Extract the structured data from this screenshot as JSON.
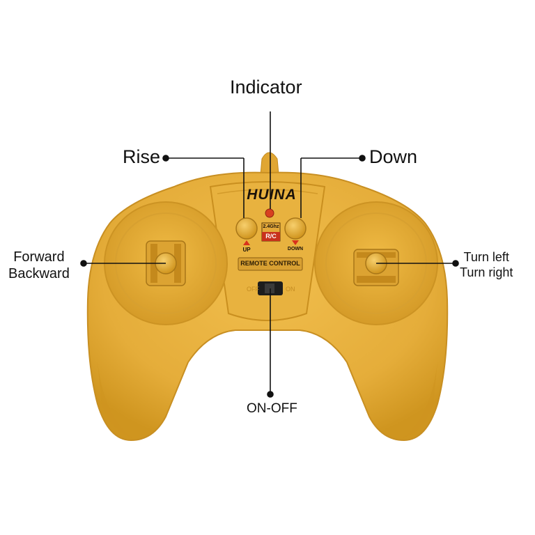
{
  "callouts": {
    "indicator": "Indicator",
    "rise": "Rise",
    "down": "Down",
    "forward": "Forward",
    "backward": "Backward",
    "turn_left": "Turn left",
    "turn_right": "Turn right",
    "on_off": "ON-OFF"
  },
  "controller_print": {
    "brand": "HUINA",
    "frequency": "2.4Ghz",
    "rc": "R/C",
    "up_button": "UP",
    "down_button": "DOWN",
    "banner": "REMOTE CONTROL"
  },
  "colors": {
    "body": "#e5ad3a",
    "body_shadow": "#c88f22",
    "line": "#111111"
  }
}
